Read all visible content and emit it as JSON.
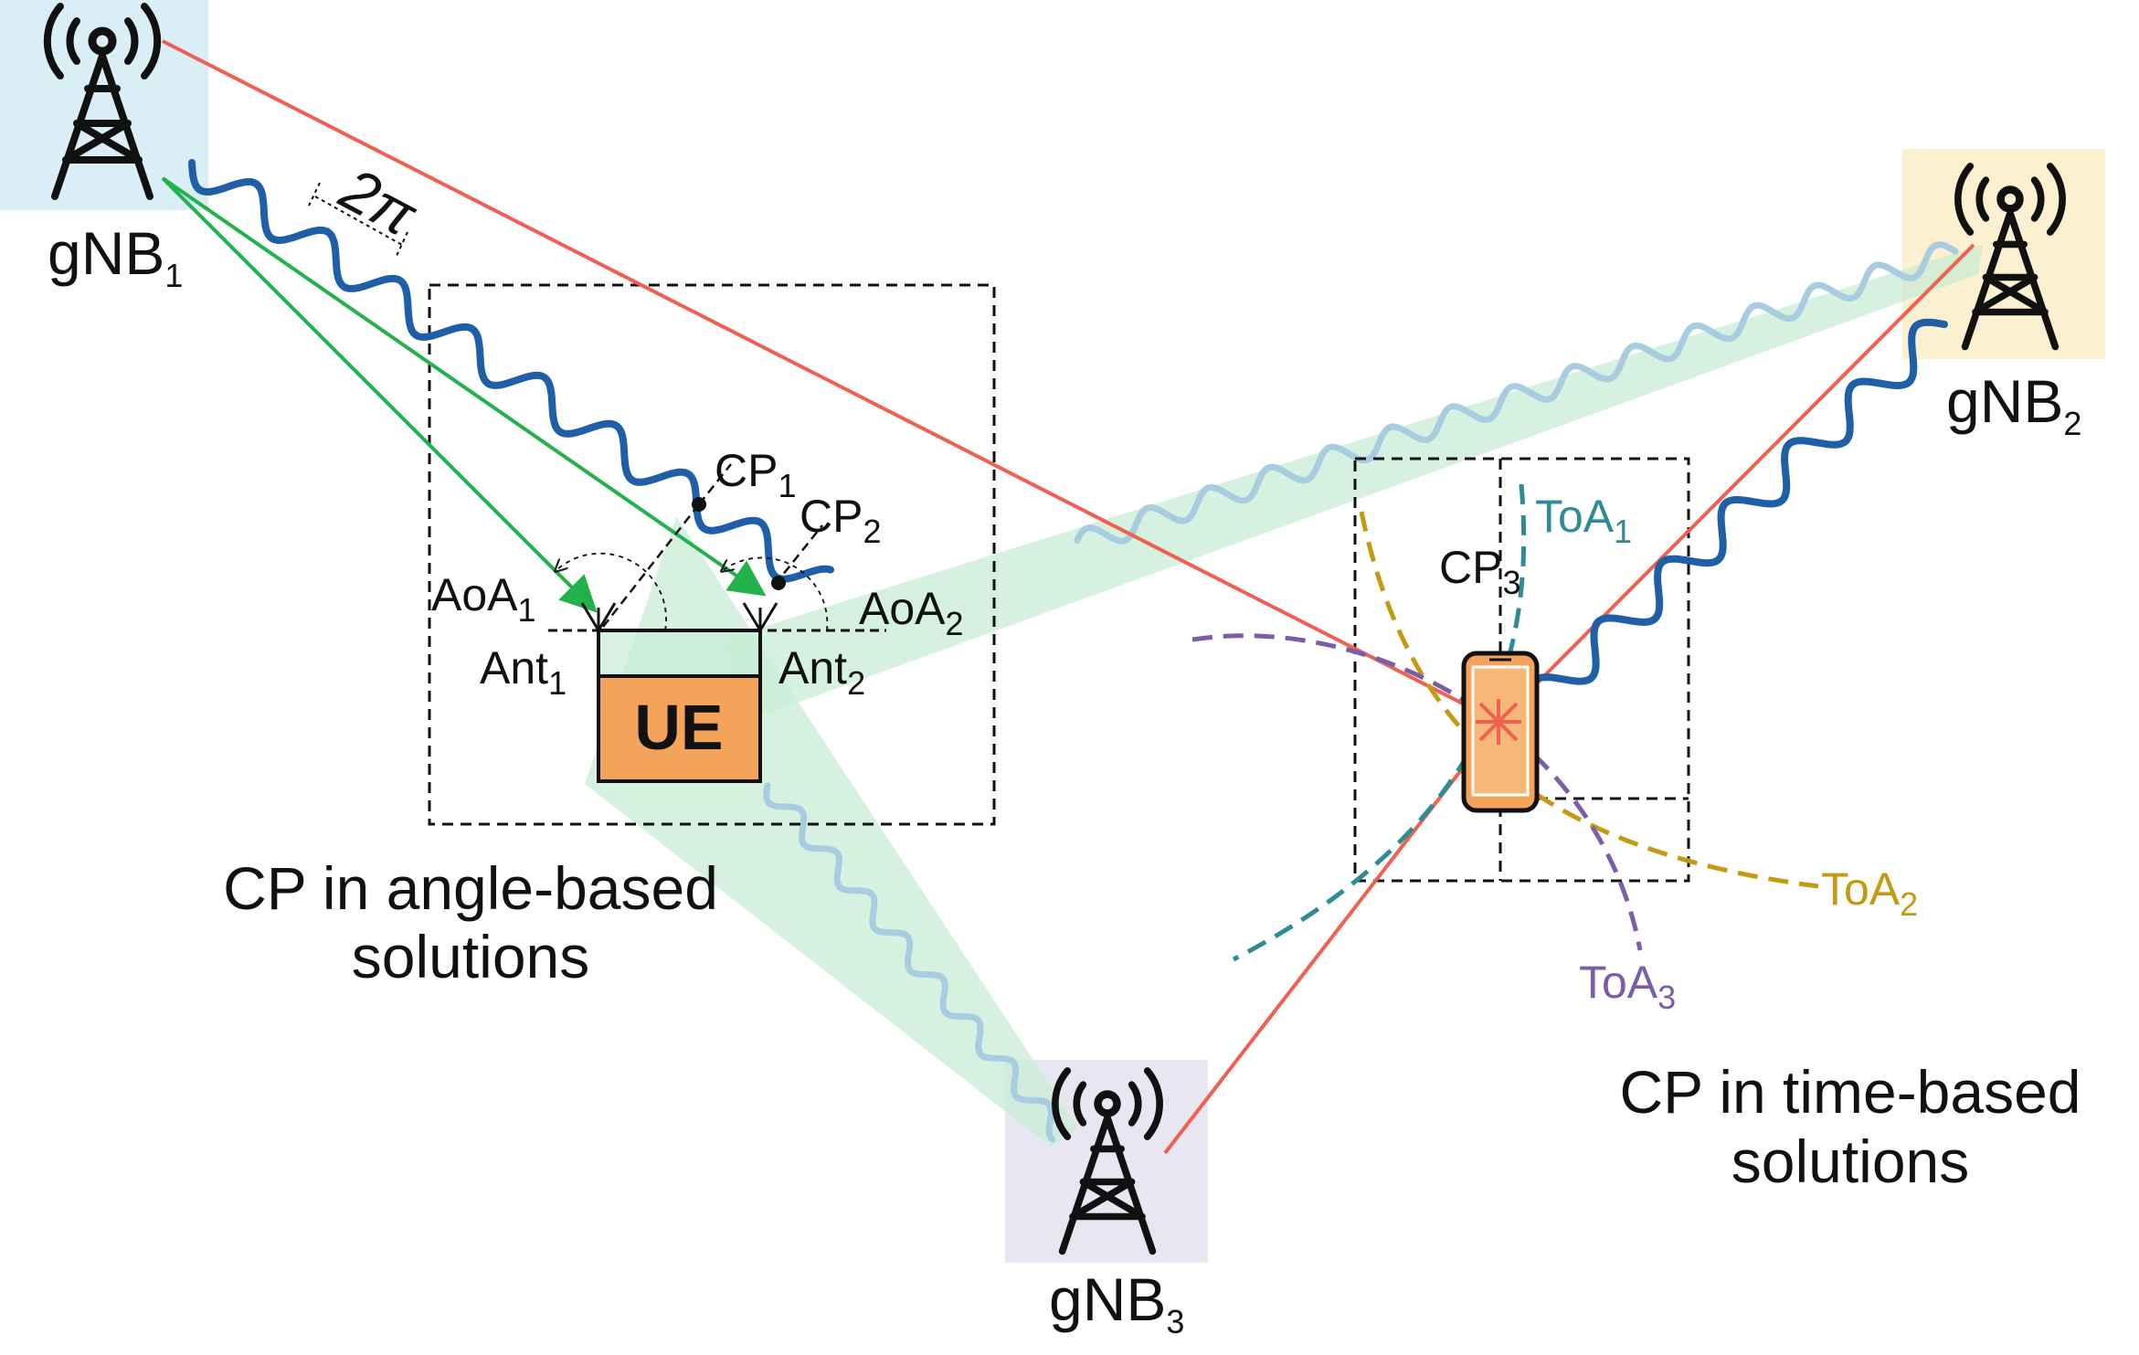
{
  "stations": {
    "gnb1": {
      "base": "gNB",
      "sub": "1"
    },
    "gnb2": {
      "base": "gNB",
      "sub": "2"
    },
    "gnb3": {
      "base": "gNB",
      "sub": "3"
    }
  },
  "angle": {
    "period": "2π",
    "cp1": {
      "base": "CP",
      "sub": "1"
    },
    "cp2": {
      "base": "CP",
      "sub": "2"
    },
    "aoa1": {
      "base": "AoA",
      "sub": "1"
    },
    "aoa2": {
      "base": "AoA",
      "sub": "2"
    },
    "ant1": {
      "base": "Ant",
      "sub": "1"
    },
    "ant2": {
      "base": "Ant",
      "sub": "2"
    },
    "ue": "UE",
    "caption_line1": "CP in angle-based",
    "caption_line2": "solutions"
  },
  "time": {
    "cp3": {
      "base": "CP",
      "sub": "3"
    },
    "toa1": {
      "base": "ToA",
      "sub": "1"
    },
    "toa2": {
      "base": "ToA",
      "sub": "2"
    },
    "toa3": {
      "base": "ToA",
      "sub": "3"
    },
    "caption_line1": "CP in time-based",
    "caption_line2": "solutions"
  },
  "colors": {
    "gnb1_bg": "#d9eef5",
    "gnb2_bg": "#fbf0cf",
    "gnb3_bg": "#e8e6f0",
    "wave": "#1f5fa8",
    "wave_faint": "#a9cde0",
    "beam": "#c9ecd6",
    "green_arrow": "#22b24c",
    "red_line": "#f06050",
    "ue_fill": "#f4a45a",
    "toa1": "#2f8c96",
    "toa2": "#c49a12",
    "toa3": "#7b5ea7"
  }
}
